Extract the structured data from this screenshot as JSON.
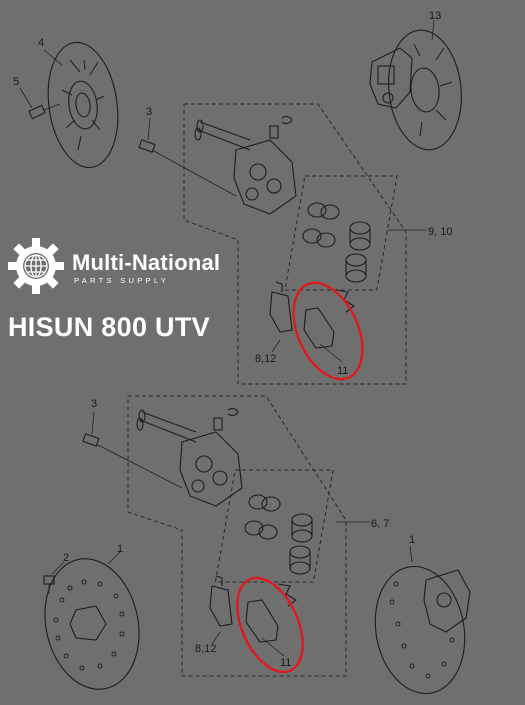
{
  "brand": {
    "name": "Multi-National",
    "tagline": "PARTS SUPPLY"
  },
  "title": "HISUN 800 UTV",
  "callouts": {
    "c13": "13",
    "c4": "4",
    "c5": "5",
    "c3_top": "3",
    "c9_10": "9, 10",
    "c8_12_top": "8,12",
    "c11_top": "11",
    "c3_bottom": "3",
    "c6_7": "6, 7",
    "c2": "2",
    "c1_left": "1",
    "c1_right": "1",
    "c8_12_bottom": "8,12",
    "c11_bottom": "11"
  },
  "colors": {
    "background": "#6f6f6f",
    "highlight": "#e0191e",
    "text_overlay": "#ffffff"
  },
  "icons": [
    "gear-globe-logo-icon"
  ]
}
